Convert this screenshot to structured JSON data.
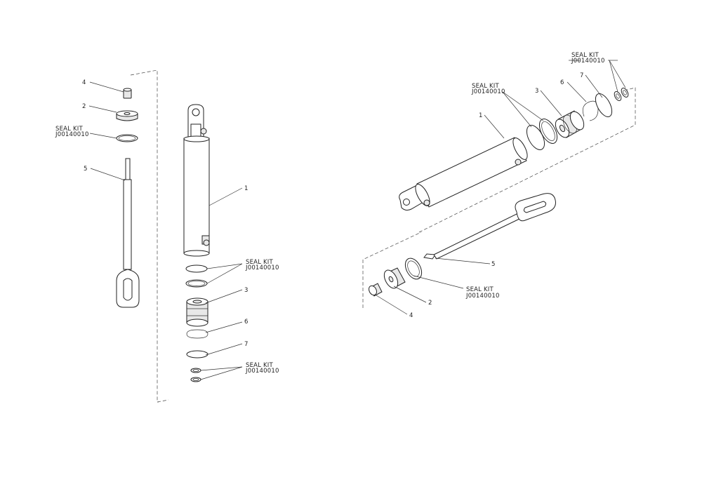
{
  "callouts": {
    "item_1": "1",
    "item_2": "2",
    "item_3": "3",
    "item_4": "4",
    "item_5": "5",
    "item_6": "6",
    "item_7": "7",
    "seal_kit_label": "SEAL KIT",
    "seal_kit_number": "J00140010"
  }
}
